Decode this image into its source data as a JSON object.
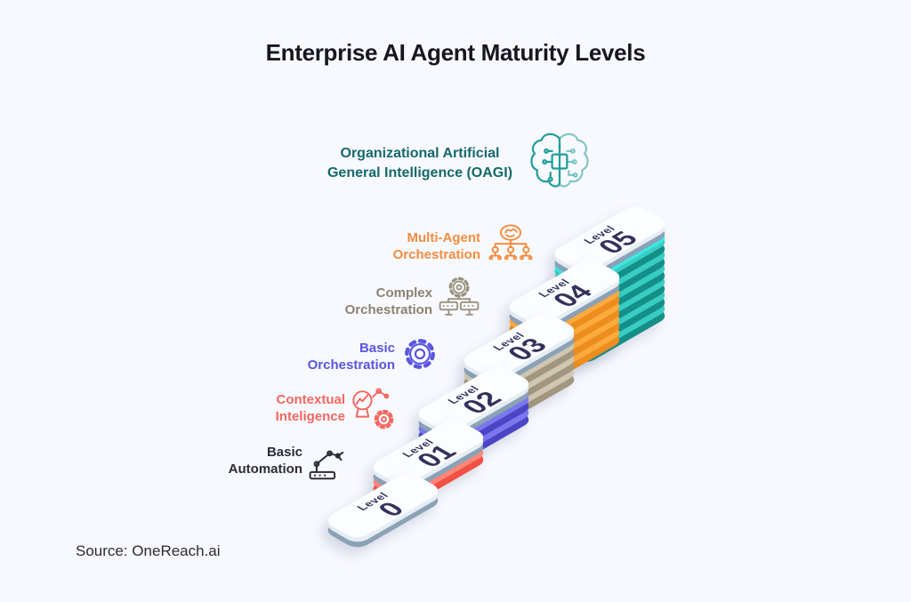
{
  "title": "Enterprise AI Agent Maturity Levels",
  "source": "Source: OneReach.ai",
  "colors": {
    "background": "#f8f9fe",
    "title_text": "#17171f",
    "source_text": "#2b2b33",
    "tile_top": "#fcfdff",
    "tile_side": "#e6edf4",
    "tile_rim": "#8ba1b6",
    "tile_text": "#32325c"
  },
  "levels": [
    {
      "tile_word": "Level",
      "tile_num": "0",
      "label": "Basic\nAutomation",
      "accent": "#2c2c3a",
      "icon": "robot-arm-icon",
      "stack": {
        "layers": 0,
        "light": "",
        "dark": ""
      }
    },
    {
      "tile_word": "Level",
      "tile_num": "01",
      "label": "Contextual\nInteligence",
      "accent": "#f4675e",
      "icon": "robot-arm-gear-icon",
      "stack": {
        "layers": 1,
        "light": "#ff8678",
        "dark": "#f25044"
      }
    },
    {
      "tile_word": "Level",
      "tile_num": "02",
      "label": "Basic\nOrchestration",
      "accent": "#5956e0",
      "icon": "gear-icon",
      "stack": {
        "layers": 2,
        "light": "#7b77ec",
        "dark": "#4b45c6"
      }
    },
    {
      "tile_word": "Level",
      "tile_num": "03",
      "label": "Complex\nOrchestration",
      "accent": "#8b8172",
      "icon_color": "#9a927e",
      "icon": "gear-servers-icon",
      "stack": {
        "layers": 3,
        "light": "#cfc7b2",
        "dark": "#a1967e"
      }
    },
    {
      "tile_word": "Level",
      "tile_num": "04",
      "label": "Multi-Agent\nOrchestration",
      "accent": "#f58c3e",
      "icon": "agent-network-icon",
      "stack": {
        "layers": 4,
        "light": "#fbaa3e",
        "dark": "#ec8d1e"
      }
    },
    {
      "tile_word": "Level",
      "tile_num": "05",
      "label": "Organizational Artificial\nGeneral Intelligence (OAGI)",
      "accent": "#14696b",
      "icon_color": "#219e9a",
      "icon": "brain-circuit-icon",
      "stack": {
        "layers": 6,
        "light": "#38cdc3",
        "dark": "#148f88",
        "accent": "#3ce8e4"
      }
    }
  ]
}
